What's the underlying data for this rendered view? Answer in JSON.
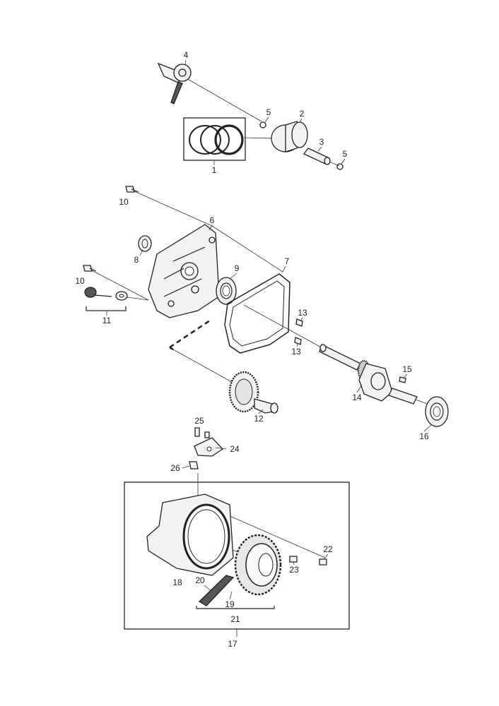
{
  "callouts": {
    "c1": "1",
    "c2": "2",
    "c3": "3",
    "c4": "4",
    "c5a": "5",
    "c5b": "5",
    "c6": "6",
    "c7": "7",
    "c8": "8",
    "c9": "9",
    "c10a": "10",
    "c10b": "10",
    "c11": "11",
    "c12": "12",
    "c13a": "13",
    "c13b": "13",
    "c14": "14",
    "c15": "15",
    "c16": "16",
    "c17": "17",
    "c18": "18",
    "c19": "19",
    "c20": "20",
    "c21": "21",
    "c22": "22",
    "c23": "23",
    "c24": "24",
    "c25": "25",
    "c26": "26"
  }
}
